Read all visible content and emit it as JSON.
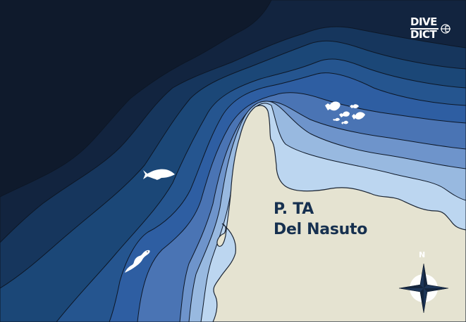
{
  "map": {
    "site_name_line1": "P. TA",
    "site_name_line2": "Del Nasuto",
    "compass_label": "N",
    "brand": {
      "line1": "DIVE",
      "line2": "DICT",
      "icon": "trident-icon"
    },
    "wildlife_icons": [
      "fish-icon",
      "fish-school-icon",
      "eel-icon"
    ],
    "colors": {
      "deep": "#0f1a2c",
      "band1": "#12243f",
      "band2": "#16365d",
      "band3": "#1b4777",
      "band4": "#25558f",
      "band5": "#2e5ea2",
      "band6": "#4a74b4",
      "band7": "#6e94cb",
      "band8": "#98b9e0",
      "shallow": "#bcd6f0",
      "land": "#e5e3d1",
      "label": "#16304f",
      "contour": "#0d1726"
    }
  }
}
